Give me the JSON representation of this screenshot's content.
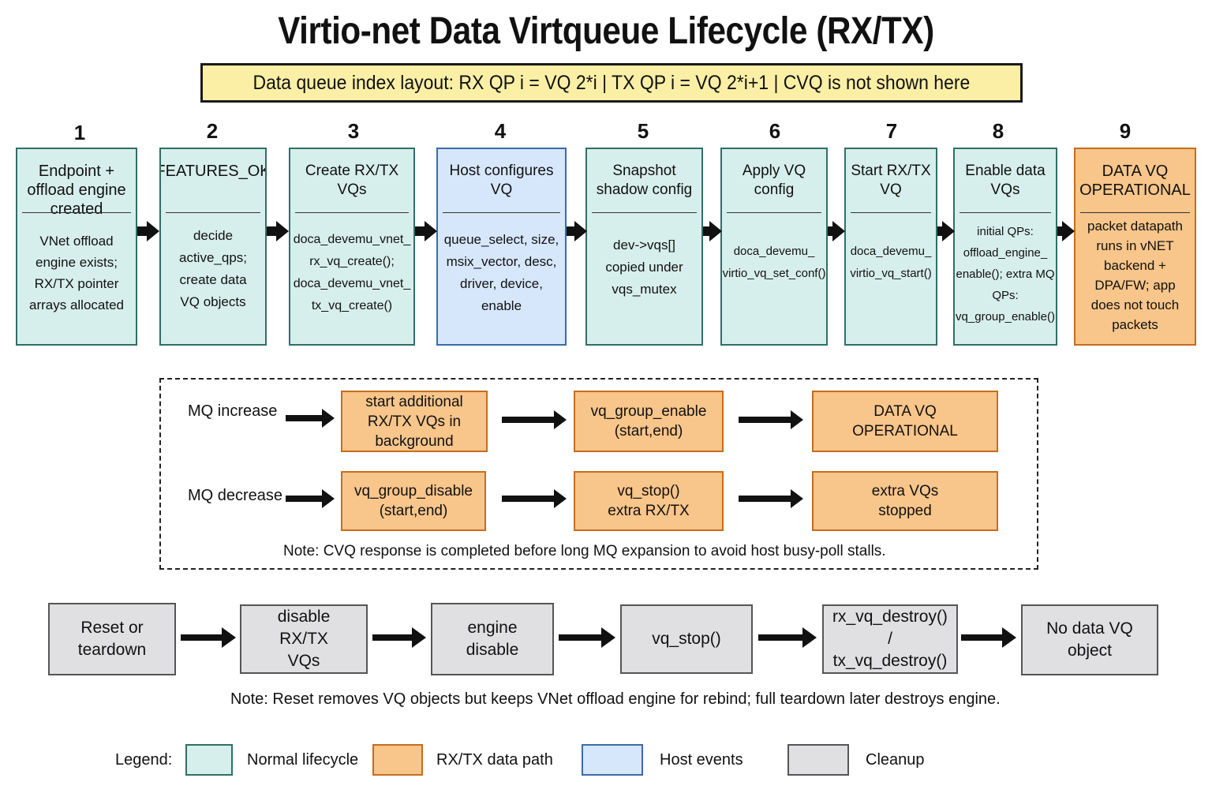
{
  "title": "Virtio-net Data Virtqueue Lifecycle (RX/TX)",
  "banner": "Data queue index layout: RX QP i  = VQ 2*i  |  TX QP i  = VQ 2*i+1  |  CVQ is not shown here",
  "stages": [
    {
      "num": "1",
      "title": "Endpoint + offload engine created",
      "body": "VNet offload engine exists; RX/TX pointer arrays allocated",
      "kind": "normal"
    },
    {
      "num": "2",
      "title": "FEATURES_OK",
      "body": "decide active_qps; create data VQ objects",
      "kind": "normal"
    },
    {
      "num": "3",
      "title": "Create RX/TX VQs",
      "body": "doca_devemu_vnet_ rx_vq_create(); doca_devemu_vnet_ tx_vq_create()",
      "kind": "normal"
    },
    {
      "num": "4",
      "title": "Host configures VQ",
      "body": "queue_select, size, msix_vector, desc, driver, device, enable",
      "kind": "host"
    },
    {
      "num": "5",
      "title": "Snapshot shadow config",
      "body": "dev->vqs[] copied under vqs_mutex",
      "kind": "normal"
    },
    {
      "num": "6",
      "title": "Apply VQ config",
      "body": "doca_devemu_ virtio_vq_set_conf()",
      "kind": "normal"
    },
    {
      "num": "7",
      "title": "Start RX/TX VQ",
      "body": "doca_devemu_ virtio_vq_start()",
      "kind": "normal"
    },
    {
      "num": "8",
      "title": "Enable data VQs",
      "body": "initial QPs: offload_engine_ enable(); extra MQ QPs: vq_group_enable()",
      "kind": "normal"
    },
    {
      "num": "9",
      "title": "DATA VQ OPERATIONAL",
      "body": "packet datapath runs in vNET backend + DPA/FW; app does not touch packets",
      "kind": "datap"
    }
  ],
  "mq": {
    "increase_label": "MQ increase",
    "increase_steps": [
      "start additional RX/TX VQs in background",
      "vq_group_enable (start,end)",
      "DATA VQ OPERATIONAL"
    ],
    "decrease_label": "MQ decrease",
    "decrease_steps": [
      "vq_group_disable (start,end)",
      "vq_stop() extra RX/TX",
      "extra VQs stopped"
    ],
    "note": "Note: CVQ response is completed before long MQ expansion to avoid host busy-poll stalls."
  },
  "cleanup": {
    "steps": [
      "Reset or teardown",
      "disable RX/TX VQs",
      "engine disable",
      "vq_stop()",
      "rx_vq_destroy() / tx_vq_destroy()",
      "No data VQ object"
    ],
    "note": "Note:  Reset removes VQ objects but keeps VNet offload engine for rebind; full teardown later destroys engine."
  },
  "legend": {
    "label": "Legend:",
    "items": [
      {
        "name": "Normal lifecycle",
        "color": "#d7efec",
        "border": "#2f6f68"
      },
      {
        "name": "RX/TX data path",
        "color": "#f8c58a",
        "border": "#c76c1d"
      },
      {
        "name": "Host events",
        "color": "#d7e7fb",
        "border": "#3b6aa8"
      },
      {
        "name": "Cleanup",
        "color": "#e0e0e2",
        "border": "#555555"
      }
    ]
  },
  "colors": {
    "normal": "#d7efec",
    "host": "#d7e7fb",
    "datapath": "#f8c58a",
    "cleanup": "#e0e0e2",
    "banner": "#fbefa6"
  }
}
